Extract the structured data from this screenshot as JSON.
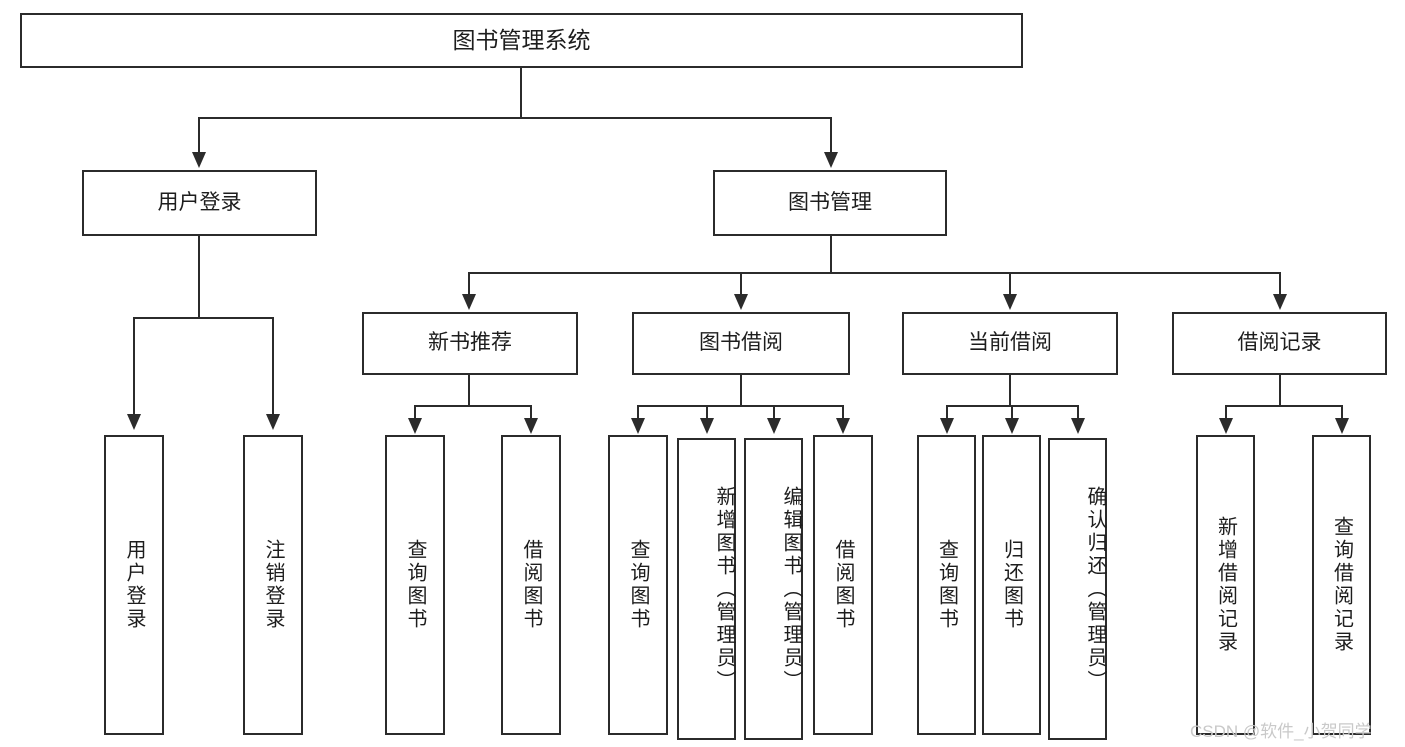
{
  "diagram": {
    "title": "图书管理系统",
    "watermark": "CSDN @软件_小贺同学",
    "colors": {
      "stroke": "#2b2b2b",
      "fill": "#ffffff",
      "text": "#1d1d1d",
      "watermark": "#c9c9c9"
    },
    "root": {
      "label": "图书管理系统"
    },
    "level2": [
      {
        "label": "用户登录"
      },
      {
        "label": "图书管理"
      }
    ],
    "level3": [
      {
        "label": "新书推荐"
      },
      {
        "label": "图书借阅"
      },
      {
        "label": "当前借阅"
      },
      {
        "label": "借阅记录"
      }
    ],
    "leaves": {
      "user_login": [
        {
          "label": "用户登录"
        },
        {
          "label": "注销登录"
        }
      ],
      "new_book_recommend": [
        {
          "label": "查询图书"
        },
        {
          "label": "借阅图书"
        }
      ],
      "book_borrow": [
        {
          "label": "查询图书"
        },
        {
          "label": "新增图书（管理员）"
        },
        {
          "label": "编辑图书（管理员）"
        },
        {
          "label": "借阅图书"
        }
      ],
      "current_borrow": [
        {
          "label": "查询图书"
        },
        {
          "label": "归还图书"
        },
        {
          "label": "确认归还（管理员）"
        }
      ],
      "borrow_record": [
        {
          "label": "新增借阅记录"
        },
        {
          "label": "查询借阅记录"
        }
      ]
    }
  },
  "chart_data": {
    "type": "tree",
    "title": "图书管理系统",
    "nodes": [
      {
        "label": "图书管理系统",
        "level": 0,
        "children": [
          {
            "label": "用户登录",
            "level": 1,
            "children": [
              {
                "label": "用户登录",
                "level": 2
              },
              {
                "label": "注销登录",
                "level": 2
              }
            ]
          },
          {
            "label": "图书管理",
            "level": 1,
            "children": [
              {
                "label": "新书推荐",
                "level": 2,
                "children": [
                  {
                    "label": "查询图书",
                    "level": 3
                  },
                  {
                    "label": "借阅图书",
                    "level": 3
                  }
                ]
              },
              {
                "label": "图书借阅",
                "level": 2,
                "children": [
                  {
                    "label": "查询图书",
                    "level": 3
                  },
                  {
                    "label": "新增图书（管理员）",
                    "level": 3
                  },
                  {
                    "label": "编辑图书（管理员）",
                    "level": 3
                  },
                  {
                    "label": "借阅图书",
                    "level": 3
                  }
                ]
              },
              {
                "label": "当前借阅",
                "level": 2,
                "children": [
                  {
                    "label": "查询图书",
                    "level": 3
                  },
                  {
                    "label": "归还图书",
                    "level": 3
                  },
                  {
                    "label": "确认归还（管理员）",
                    "level": 3
                  }
                ]
              },
              {
                "label": "借阅记录",
                "level": 2,
                "children": [
                  {
                    "label": "新增借阅记录",
                    "level": 3
                  },
                  {
                    "label": "查询借阅记录",
                    "level": 3
                  }
                ]
              }
            ]
          }
        ]
      }
    ]
  }
}
